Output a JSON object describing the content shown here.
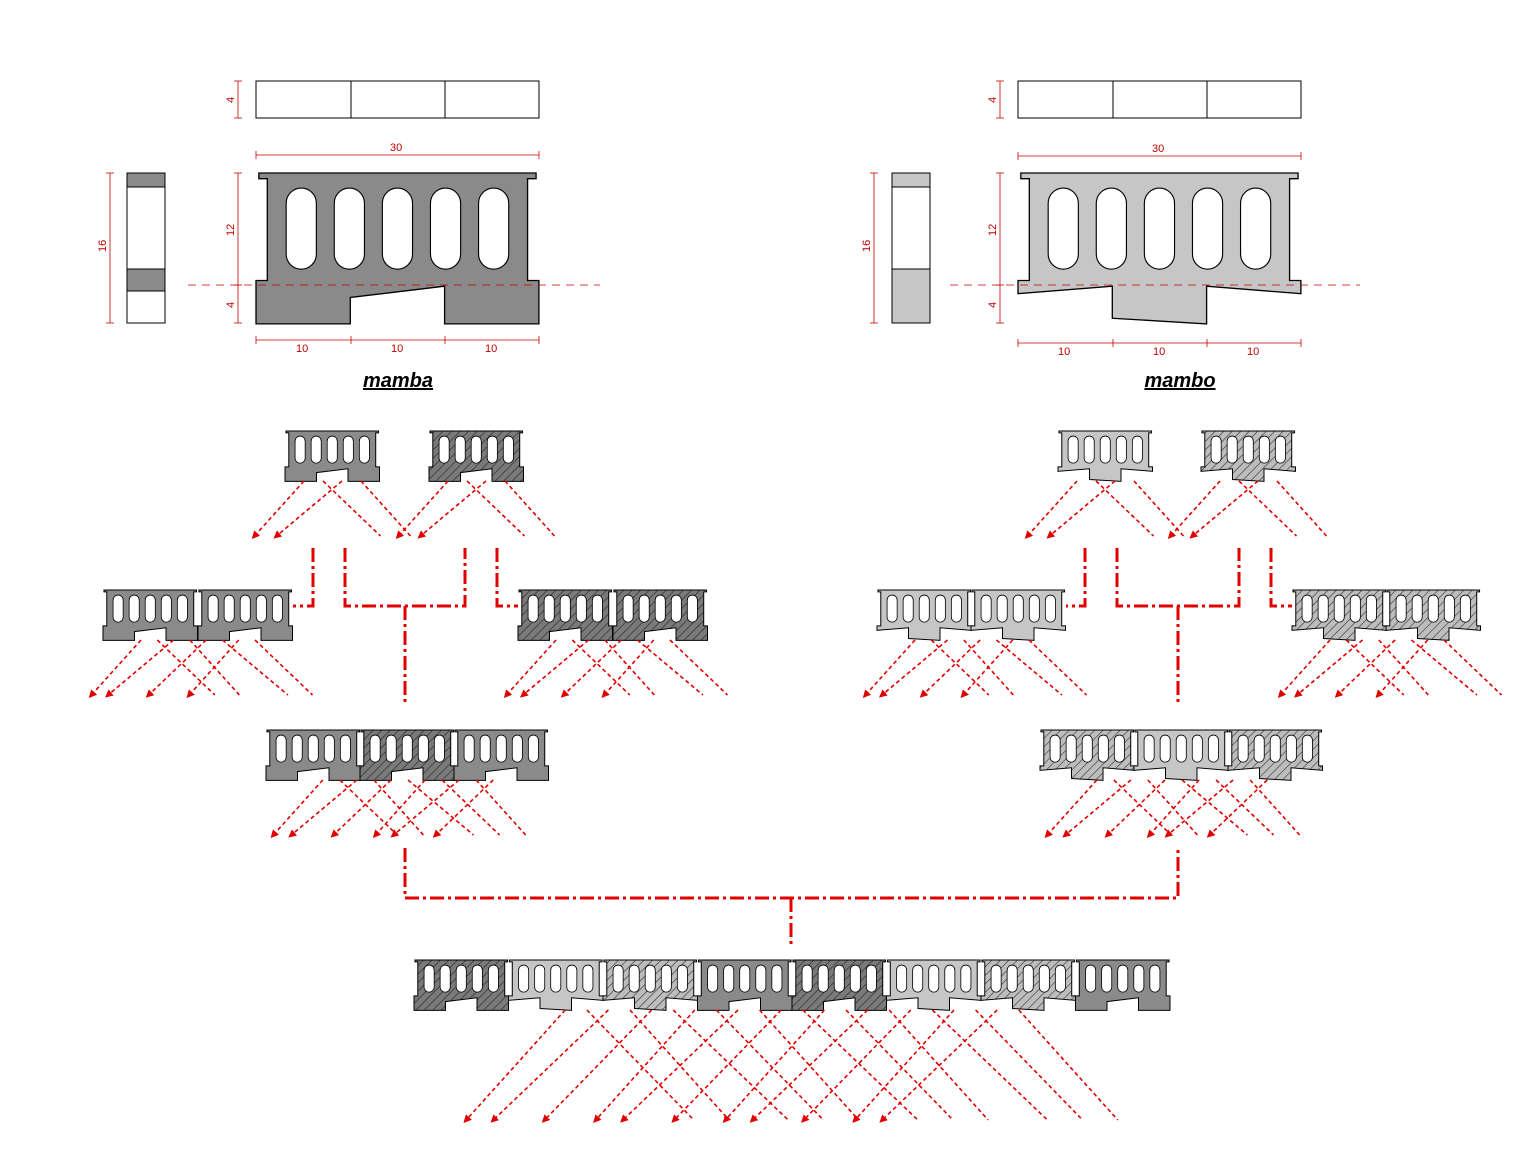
{
  "colors": {
    "mamba_fill": "#8a8a8a",
    "mambo_fill": "#c6c6c6",
    "annotation": "#e00000",
    "outline": "#000000"
  },
  "mamba": {
    "name": "mamba",
    "dims": {
      "thickness": "4",
      "width": "30",
      "upper_height": "12",
      "lower_height": "4",
      "side_height": "16",
      "seg1": "10",
      "seg2": "10",
      "seg3": "10"
    }
  },
  "mambo": {
    "name": "mambo",
    "dims": {
      "thickness": "4",
      "width": "30",
      "upper_height": "12",
      "lower_height": "4",
      "side_height": "16",
      "seg1": "10",
      "seg2": "10",
      "seg3": "10"
    }
  },
  "assembly": {
    "row1": [
      "mamba",
      "mamba-hatched",
      "mambo",
      "mambo-hatched"
    ],
    "row2": [
      "mamba-pair",
      "mamba-hatched-pair",
      "mambo-pair",
      "mambo-hatched-pair"
    ],
    "row3": [
      "mamba-triple",
      "mambo-triple"
    ],
    "row4_sequence": [
      "mamba-hatched",
      "mambo",
      "mambo-hatched",
      "mamba",
      "mamba-hatched",
      "mambo",
      "mambo-hatched",
      "mamba"
    ]
  }
}
